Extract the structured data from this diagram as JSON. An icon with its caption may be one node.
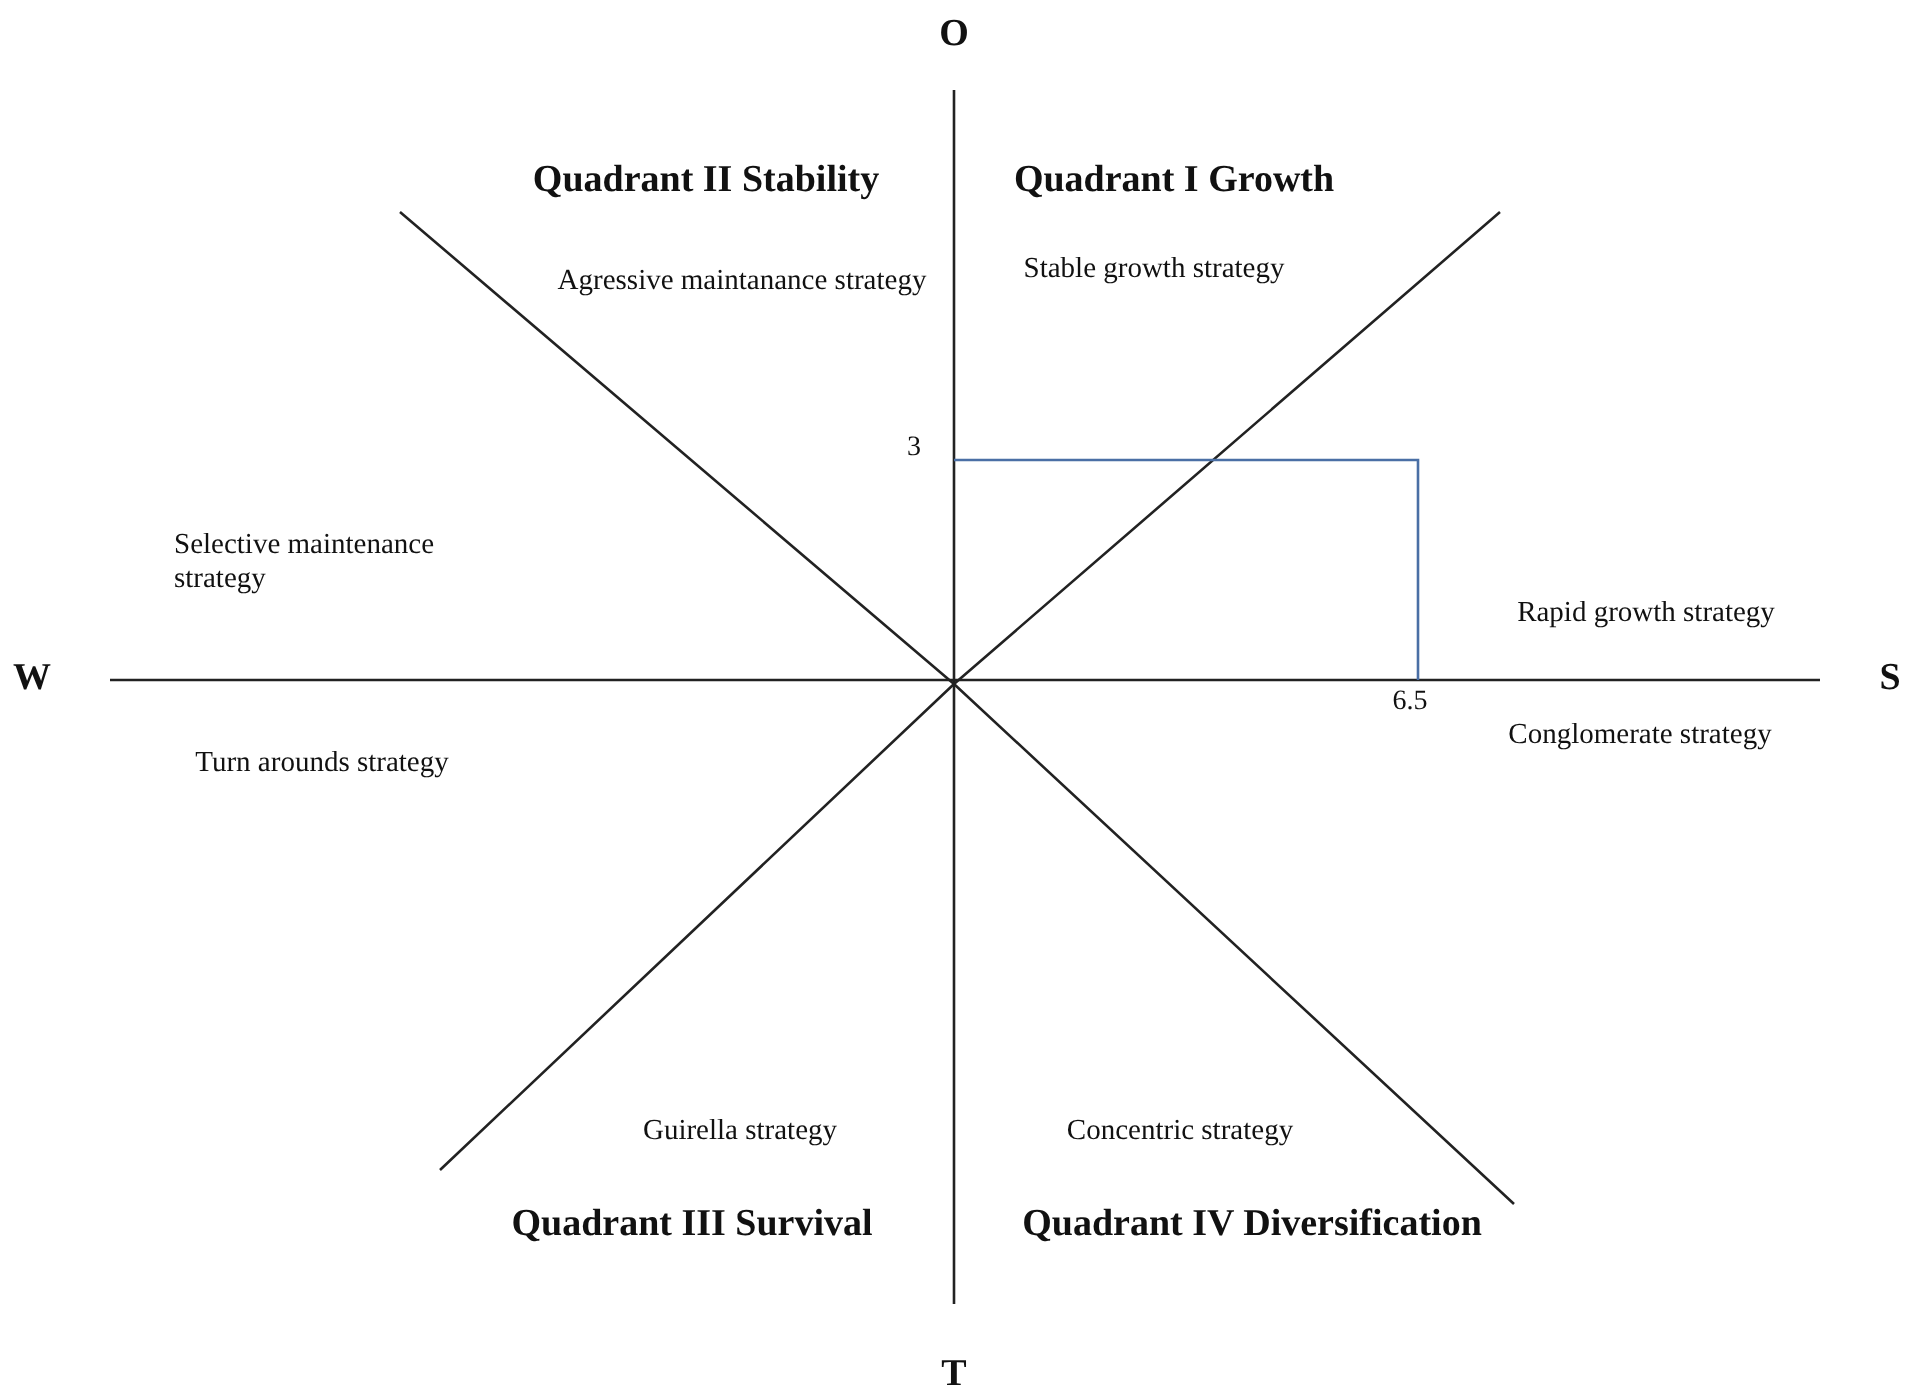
{
  "diagram": {
    "labels": [
      "O",
      "Quadrant II Stability",
      "Quadrant I Growth",
      "Agressive maintanance strategy",
      "Stable growth strategy",
      "3",
      "Selective maintenance strategy",
      "Rapid growth strategy",
      "W",
      "S",
      "6.5",
      "Conglomerate strategy",
      "Turn arounds strategy",
      "Guirella strategy",
      "Concentric strategy",
      "Quadrant III Survival",
      "Quadrant IV Diversification",
      "T"
    ]
  }
}
